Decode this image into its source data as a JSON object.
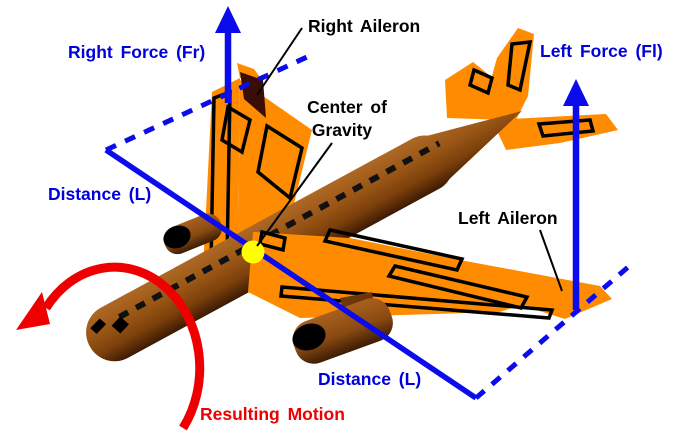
{
  "diagram": {
    "background": "#FFFFFF",
    "labels": {
      "right_force": "Right Force (Fr)",
      "right_aileron": "Right Aileron",
      "center_of_gravity_line1": "Center of",
      "center_of_gravity_line2": "Gravity",
      "left_force": "Left Force (Fl)",
      "left_aileron": "Left Aileron",
      "distance_upper": "Distance (L)",
      "distance_lower": "Distance (L)",
      "resulting_motion": "Resulting Motion"
    },
    "colors": {
      "force_blue": "#0B0BEB",
      "label_blue": "#0000DD",
      "motion_red": "#EE0000",
      "label_black": "#000000",
      "wing_orange": "#FF8C00",
      "fuselage_brown": "#9A5616",
      "aileron_dark_brown": "#3A0E04",
      "cg_yellow": "#FFFF00"
    }
  }
}
